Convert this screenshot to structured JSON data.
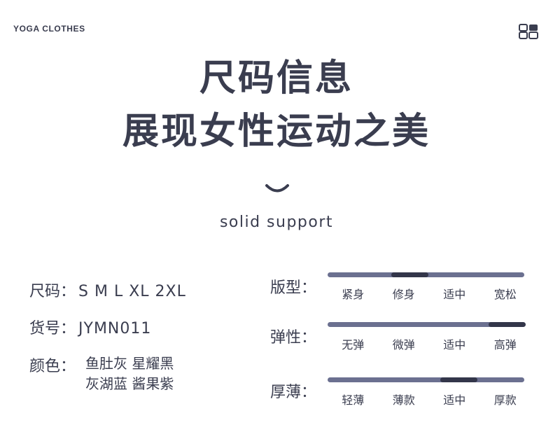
{
  "header": {
    "brand": "YOGA CLOTHES",
    "menu_icon": "grid-icon"
  },
  "hero": {
    "title_line1": "尺码信息",
    "title_line2": "展现女性运动之美",
    "subtitle": "solid support",
    "divider_icon": "smile-curve-icon"
  },
  "info": {
    "size_label": "尺码：",
    "size_value": "S M L XL 2XL",
    "sku_label": "货号：",
    "sku_value": "JYMN011",
    "color_label": "颜色：",
    "color_line1": "鱼肚灰 星耀黑",
    "color_line2": "灰湖蓝 酱果紫"
  },
  "attributes": [
    {
      "label": "版型：",
      "options": [
        "紧身",
        "修身",
        "适中",
        "宽松"
      ],
      "selected_index": 1
    },
    {
      "label": "弹性：",
      "options": [
        "无弹",
        "微弹",
        "适中",
        "高弹"
      ],
      "selected_index": 3
    },
    {
      "label": "厚薄：",
      "options": [
        "轻薄",
        "薄款",
        "适中",
        "厚款"
      ],
      "selected_index": 2
    }
  ],
  "colors": {
    "text": "#3a3d4f",
    "bar": "#6b7090",
    "bar_selected": "#33364a"
  }
}
